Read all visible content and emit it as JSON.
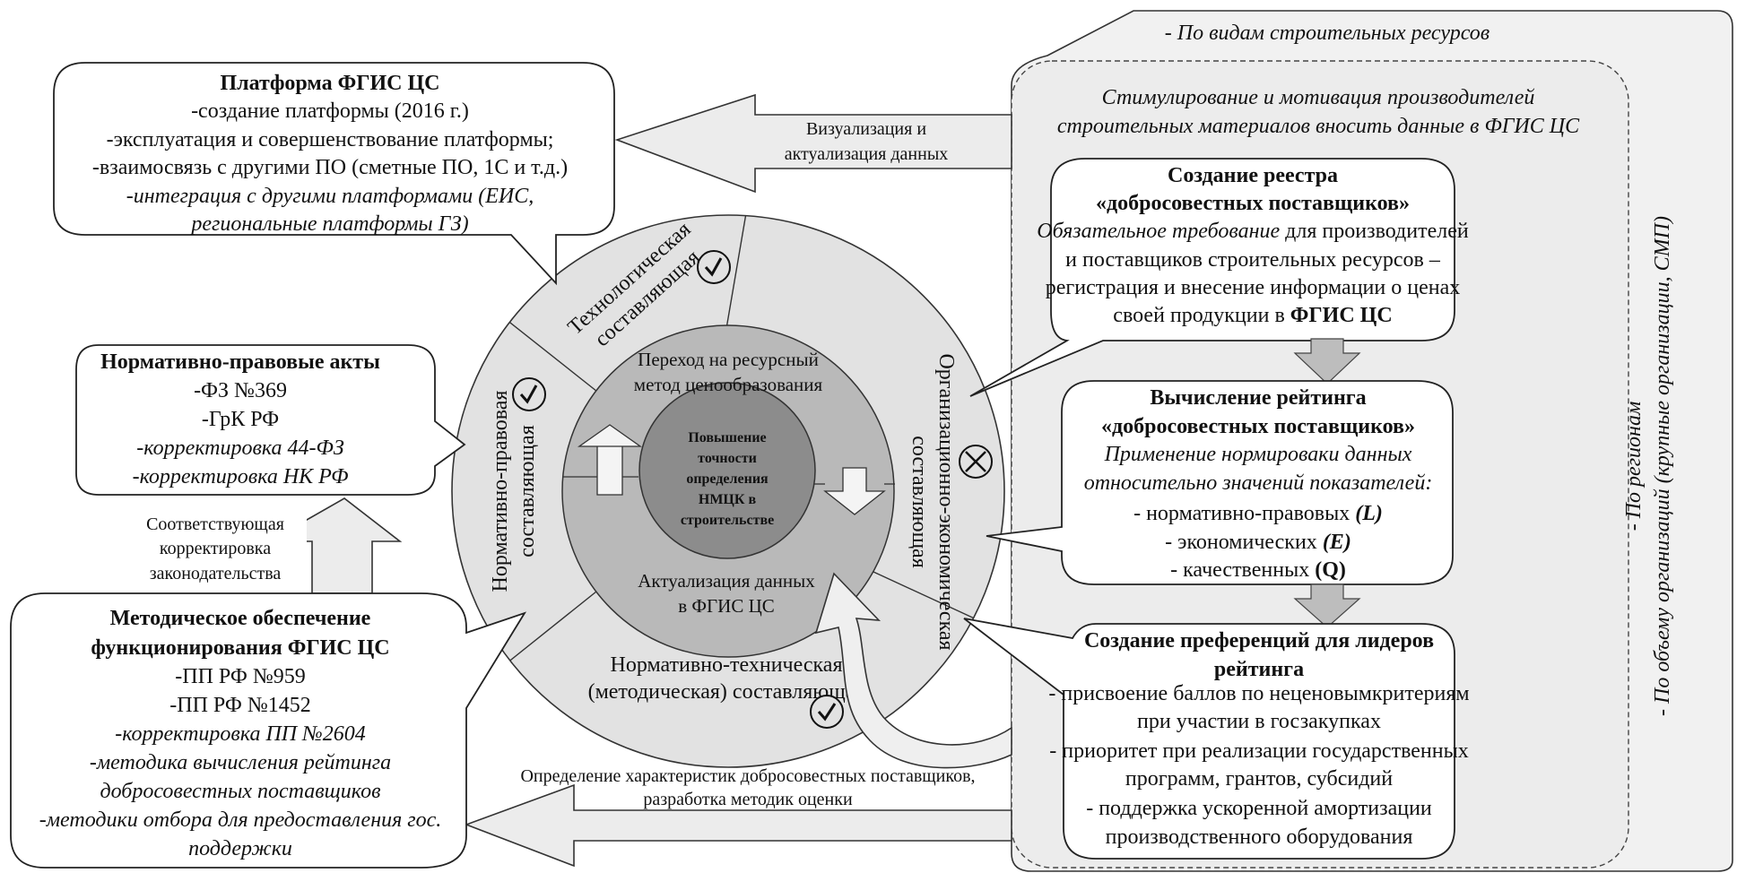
{
  "colors": {
    "outer_ring": "#e2e2e2",
    "middle_ring": "#b9b9b9",
    "core": "#8c8c8c",
    "panel": "#f1f1f1",
    "arrow_fill": "#dcdcdc",
    "gray_arrow": "#bdbdbd"
  },
  "right_panel": {
    "top_label": "- По видам строительных ресурсов",
    "side_label_1": "- По регионам",
    "side_label_2": "- По объему организаций (крупные организации, СМП)",
    "motivation_line1": "Стимулирование и мотивация производителей",
    "motivation_line2": "строительных материалов вносить данные в ФГИС ЦС",
    "registry": {
      "title1": "Создание реестра",
      "title2": "«добросовестных поставщиков»",
      "l1_italic": "Обязательное требование",
      "l1_rest": " для производителей",
      "l2": "и поставщиков строительных ресурсов –",
      "l3": "регистрация и внесение информации о ценах",
      "l4_rest": "своей продукции в ",
      "l4_bold": "ФГИС ЦС"
    },
    "rating": {
      "title1": "Вычисление рейтинга",
      "title2": "«добросовестных поставщиков»",
      "l1": "Применение нормироваки данных",
      "l2": "относительно значений показателей:",
      "i1": "-    нормативно-правовых ",
      "i1_code": "(L)",
      "i2": "-    экономических ",
      "i2_code": "(E)",
      "i3": "-    качественных ",
      "i3_code": "(Q)"
    },
    "prefs": {
      "title1": "Создание преференций для лидеров",
      "title2": "рейтинга",
      "l1": "-    присвоение баллов по неценовымкритериям",
      "l2": "при участии в госзакупках",
      "l3": "-    приоритет при реализации государственных",
      "l4": "программ, грантов, субсидий",
      "l5": "-    поддержка ускоренной амортизации",
      "l6": "производственного оборудования"
    }
  },
  "platform": {
    "title": "Платформа ФГИС ЦС",
    "l1": "-создание платформы (2016 г.)",
    "l2": "-эксплуатация и совершенствование платформы;",
    "l3": "-взаимосвязь с другими ПО (сметные ПО, 1С и т.д.)",
    "l4": "-интеграция с другими платформами (ЕИС,",
    "l5": "региональные платформы ГЗ)"
  },
  "legal": {
    "title": "Нормативно-правовые акты",
    "l1": "-ФЗ №369",
    "l2": "-ГрК РФ",
    "l3": "-корректировка 44-ФЗ",
    "l4": "-корректировка НК РФ"
  },
  "legislation_arrow": {
    "l1": "Соответствующая",
    "l2": "корректировка",
    "l3": "законодательства"
  },
  "method": {
    "title1": "Методическое обеспечение",
    "title2": "функционирования ФГИС ЦС",
    "l1": "-ПП РФ №959",
    "l2": "-ПП РФ №1452",
    "l3": "-корректировка ПП №2604",
    "l4": "-методика вычисления рейтинга",
    "l5": "добросовестных поставщиков",
    "l6": "-методики отбора для предоставления гос.",
    "l7": "поддержки"
  },
  "arrows": {
    "viz1": "Визуализация и",
    "viz2": "актуализация данных",
    "def1": "Определение характеристик добросовестных поставщиков,",
    "def2": "разработка методик оценки"
  },
  "circle": {
    "core": [
      "Повышение",
      "точности",
      "определения",
      "НМЦК в",
      "строительстве"
    ],
    "ring_top1": "Переход на ресурсный",
    "ring_top2": "метод ценообразования",
    "ring_bottom1": "Актуализация  данных",
    "ring_bottom2": "в ФГИС ЦС",
    "tech1": "Технологическая",
    "tech2": "составляющая",
    "norm_legal1": "Нормативно-правовая",
    "norm_legal2": "составляющая",
    "org1": "Организационно-экономическая",
    "org2": "составляющая",
    "norm_tech1": "Нормативно-техническая",
    "norm_tech2": "(методическая) составляющая"
  }
}
